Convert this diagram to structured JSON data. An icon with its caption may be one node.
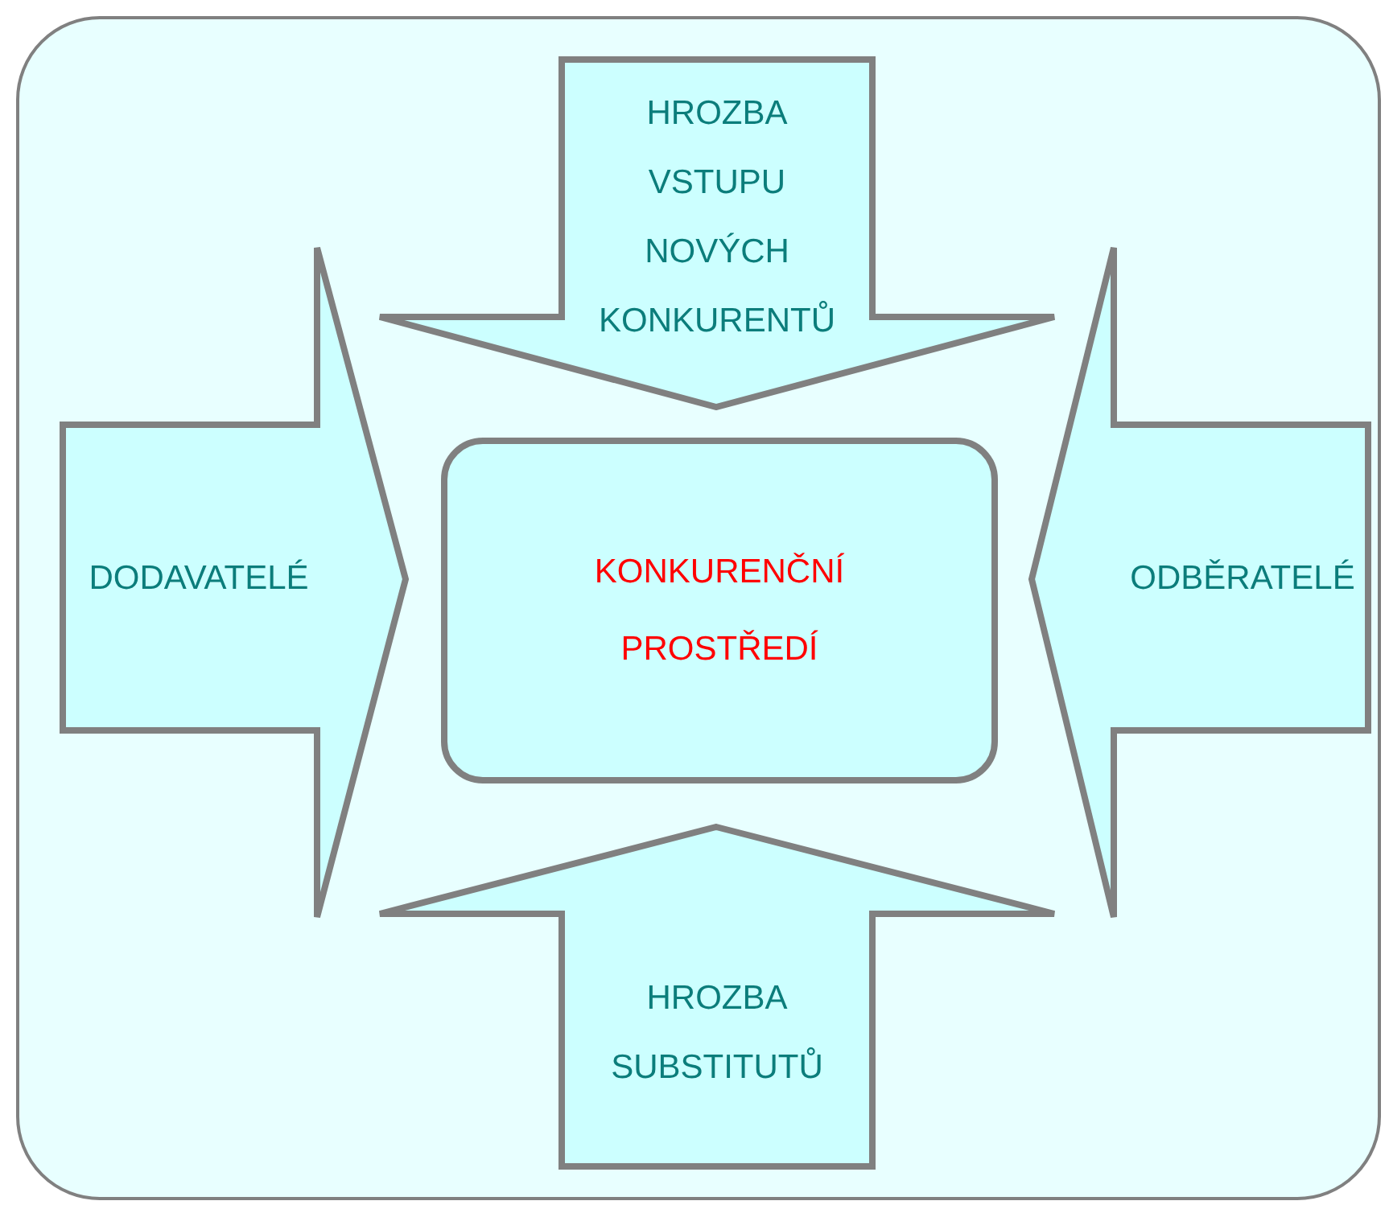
{
  "diagram": {
    "nodes": [
      {
        "text": [],
        "shape": "box"
      },
      {
        "text": [
          "HROZBA VSTUPU NOVÝCH KONKURENTŮ"
        ],
        "in": 0
      },
      {
        "text": [
          "DODAVATELÉ"
        ],
        "in": 0
      },
      {
        "text": [
          "KONKURENČNÍ PROSTŘEDÍ"
        ],
        "in": 0
      },
      {
        "text": [
          "ODBĚRATELÉ"
        ],
        "in": 0
      },
      {
        "text": [
          "HROZBA SUBSTITUTŮ"
        ],
        "in": 0
      }
    ]
  }
}
